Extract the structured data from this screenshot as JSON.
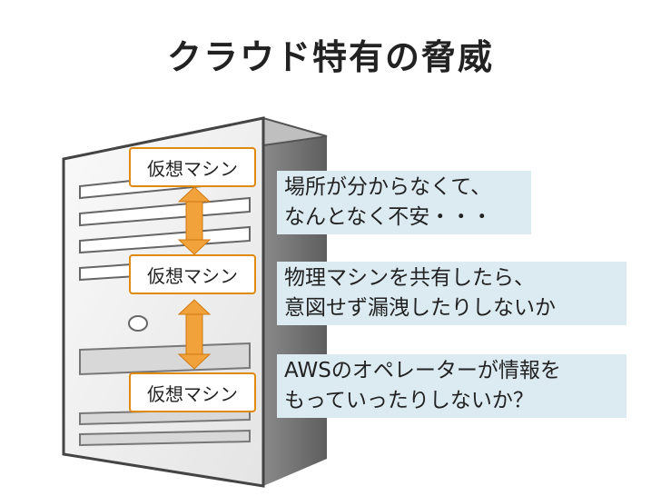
{
  "slide": {
    "title": "クラウド特有の脅威",
    "vms": [
      "仮想マシン",
      "仮想マシン",
      "仮想マシン"
    ],
    "threats": [
      {
        "lines": [
          "場所が分からなくて、",
          "なんとなく不安・・・"
        ]
      },
      {
        "lines": [
          "物理マシンを共有したら、",
          "意図せず漏洩したりしないか"
        ]
      },
      {
        "lines": [
          "AWSのオペレーターが情報を",
          "もっていったりしないか？"
        ]
      }
    ]
  },
  "colors": {
    "vm_border": "#e08a10",
    "arrow": "#f2a23a",
    "threat_bg": "#dcebf2",
    "server_body": "#f2f2f2",
    "server_side": "#7a7a7a"
  },
  "icons": [
    "server-illustration",
    "double-arrow-icon"
  ]
}
